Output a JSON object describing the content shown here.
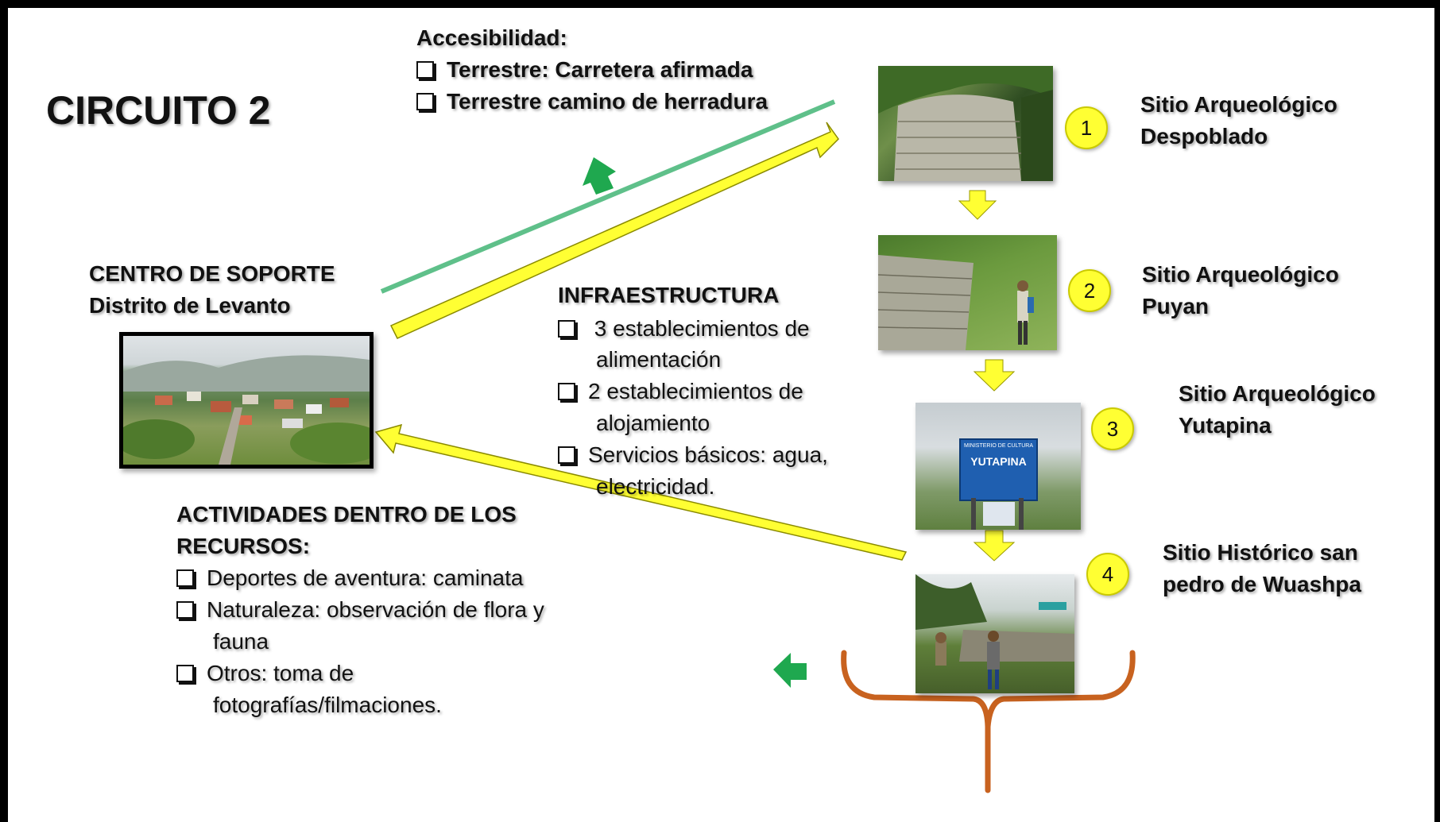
{
  "title": "CIRCUITO 2",
  "accesibilidad": {
    "heading": "Accesibilidad:",
    "items": [
      "Terrestre: Carretera afirmada",
      "Terrestre camino de herradura"
    ]
  },
  "centro": {
    "line1": "CENTRO DE SOPORTE",
    "line2": "Distrito de Levanto"
  },
  "infraestructura": {
    "heading": "INFRAESTRUCTURA",
    "items": [
      {
        "l1": " 3 establecimientos de",
        "l2": "alimentación"
      },
      {
        "l1": "2 establecimientos de",
        "l2": "alojamiento"
      },
      {
        "l1": "Servicios básicos: agua,",
        "l2": "electricidad."
      }
    ]
  },
  "actividades": {
    "heading1": "ACTIVIDADES DENTRO DE LOS",
    "heading2": "RECURSOS:",
    "items": [
      {
        "l1": "Deportes de aventura: caminata",
        "l2": ""
      },
      {
        "l1": "Naturaleza: observación de flora y",
        "l2": "fauna"
      },
      {
        "l1": "Otros: toma de",
        "l2": "fotografías/filmaciones."
      }
    ]
  },
  "sites": [
    {
      "num": "1",
      "line1": "Sitio Arqueológico",
      "line2": "Despoblado"
    },
    {
      "num": "2",
      "line1": "Sitio Arqueológico",
      "line2": "Puyan"
    },
    {
      "num": "3",
      "line1": "Sitio Arqueológico",
      "line2": "Yutapina"
    },
    {
      "num": "4",
      "line1": "Sitio Histórico san",
      "line2": "pedro de Wuashpa"
    }
  ],
  "sign": {
    "ministry": "MINISTERIO DE CULTURA",
    "name": "YUTAPINA"
  },
  "colors": {
    "arrow_yellow": "#ffff33",
    "arrow_green": "#1fa84f",
    "line_green": "#5fc08a",
    "brace_orange": "#c8621f",
    "badge_yellow": "#ffff33"
  }
}
